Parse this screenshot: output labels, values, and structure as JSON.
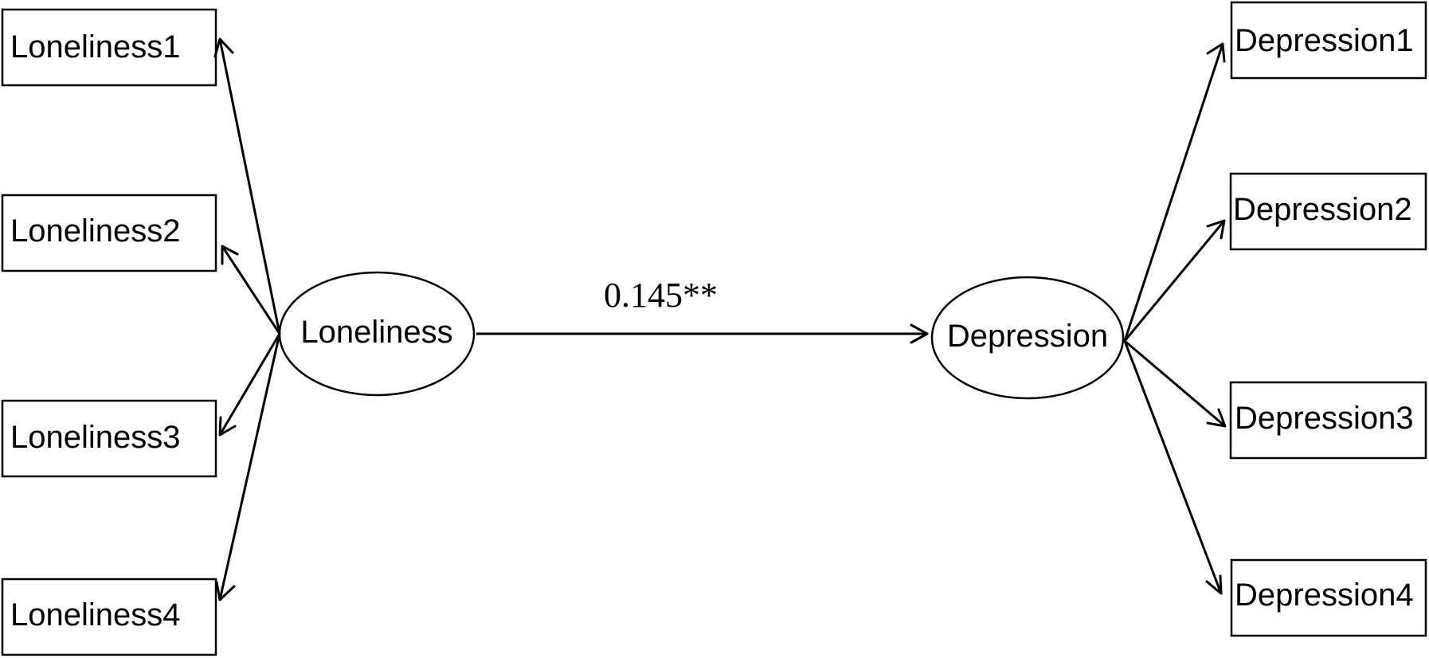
{
  "indicators_left": [
    {
      "label": "Loneliness1"
    },
    {
      "label": "Loneliness2"
    },
    {
      "label": "Loneliness3"
    },
    {
      "label": "Loneliness4"
    }
  ],
  "latent_left": {
    "label": "Loneliness"
  },
  "structural_path": {
    "coefficient": "0.145**"
  },
  "latent_right": {
    "label": "Depression"
  },
  "indicators_right": [
    {
      "label": "Depression1"
    },
    {
      "label": "Depression2"
    },
    {
      "label": "Depression3"
    },
    {
      "label": "Depression4"
    }
  ]
}
